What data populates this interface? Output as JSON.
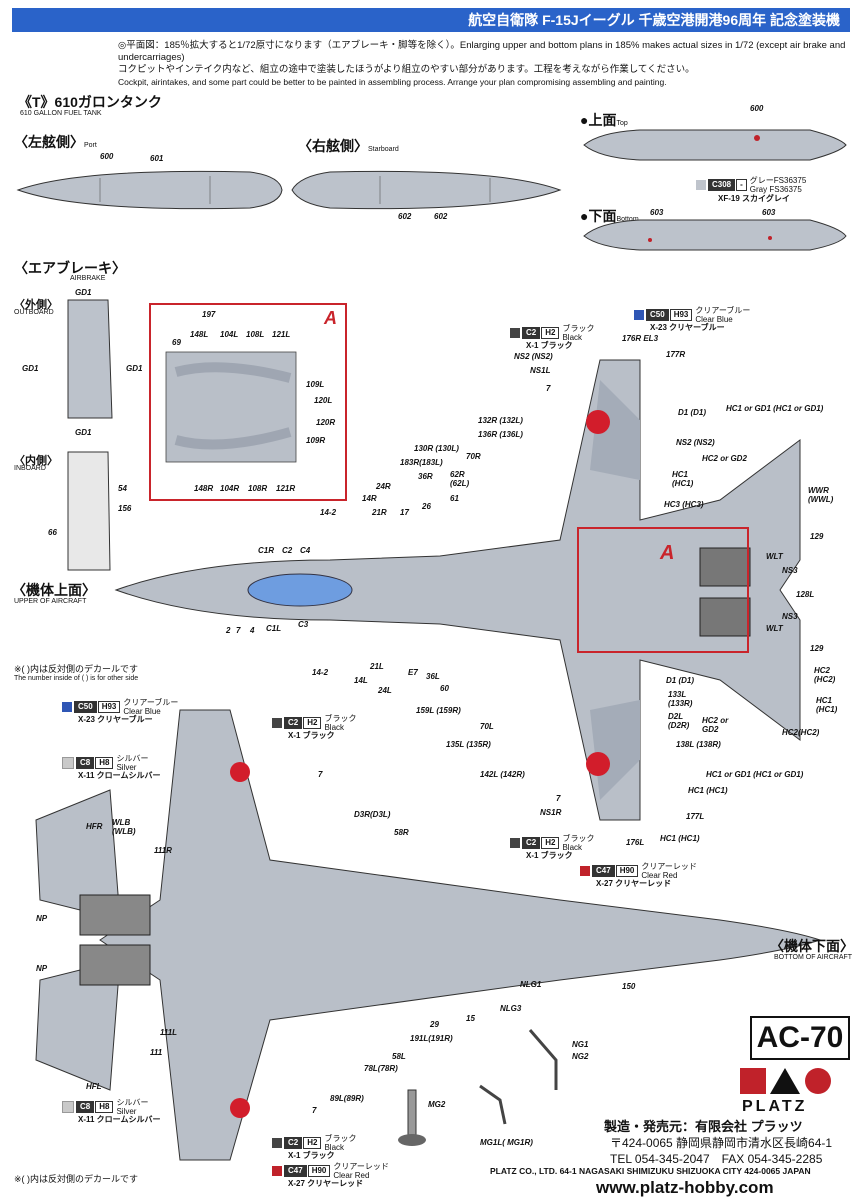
{
  "header": {
    "title": "航空自衛隊 F-15Jイーグル 千歳空港開港96周年 記念塗装機"
  },
  "notes": {
    "line1": "◎平面図：185％拡大すると1/72原寸になります（エアブレーキ・脚等を除く）。Enlarging upper and bottom plans in 185% makes actual sizes in 1/72 (except air brake and undercarriages)",
    "line2": "コクピットやインテイク内など、組立の途中で塗装したほうがより組立のやすい部分があります。工程を考えながら作業してください。",
    "line3": "Cockpit, airintakes, and some part could be better to be painted in assembling process. Arrange your plan compromising assembling and painting."
  },
  "tank": {
    "title": "《T》610ガロンタンク",
    "subtitle": "610 GALLON FUEL TANK",
    "port": "〈左舷側〉",
    "port_en": "Port",
    "starboard": "〈右舷側〉",
    "starboard_en": "Starboard",
    "top": "●上面",
    "top_en": "Top",
    "bottom": "●下面",
    "bottom_en": "Bottom",
    "labels": {
      "l600": "600",
      "l601": "601",
      "l602a": "602",
      "l602b": "602",
      "l600t": "600",
      "l603a": "603",
      "l603b": "603"
    }
  },
  "airbrake": {
    "title": "〈エアブレーキ〉",
    "en": "AIRBRAKE",
    "outboard": "〈外側〉",
    "outboard_en": "OUTBOARD",
    "inboard": "〈内側〉",
    "inboard_en": "INBOARD",
    "labels": {
      "gd1a": "GD1",
      "gd1b": "GD1",
      "gd1c": "GD1",
      "gd1d": "GD1",
      "n54": "54",
      "n156": "156",
      "n66": "66"
    }
  },
  "detail": {
    "letter": "A",
    "labels": [
      "197",
      "69",
      "148L",
      "104L",
      "108L",
      "121L",
      "109L",
      "120L",
      "120R",
      "109R",
      "148R",
      "104R",
      "108R",
      "121R"
    ]
  },
  "upper": {
    "title": "〈機体上面〉",
    "en": "UPPER OF AIRCRAFT",
    "note": "※( )内は反対側のデカールです",
    "note_en": "The number inside of ( ) is for other side",
    "letterA": "A",
    "labels": [
      "NS2 (NS2)",
      "NS1L",
      "7",
      "176R EL3",
      "177R",
      "D1 (D1)",
      "HC1 or GD1 (HC1 or GD1)",
      "132R (132L)",
      "136R (136L)",
      "NS2 (NS2)",
      "130R (130L)",
      "183R(183L)",
      "36R",
      "62R (62L)",
      "61",
      "HC1 (HC1)",
      "HC2 or GD2",
      "WWR (WWL)",
      "HC3 (HC3)",
      "70R",
      "24R",
      "14R",
      "21R",
      "17",
      "26",
      "14-2",
      "C1R",
      "C2",
      "C4",
      "C3",
      "C1L",
      "2",
      "7",
      "4",
      "21L",
      "14L",
      "14-2",
      "24L",
      "E7",
      "36L",
      "60",
      "159L (159R)",
      "70L",
      "135L (135R)",
      "142L (142R)",
      "7",
      "NS1R",
      "129",
      "WLT",
      "NS3",
      "128L",
      "NS3",
      "WLT",
      "129",
      "HC2 (HC2)",
      "HC1 (HC1)",
      "D1 (D1)",
      "133L (133R)",
      "D2L (D2R)",
      "HC2 or GD2",
      "138L (138R)",
      "HC2(HC2)",
      "HC1 or GD1 (HC1 or GD1)",
      "HC1 (HC1)",
      "177L",
      "176L",
      "HC1 (HC1)"
    ]
  },
  "lower": {
    "title": "〈機体下面〉",
    "en": "BOTTOM OF AIRCRAFT",
    "note": "※( )内は反対側のデカールです",
    "labels": [
      "7",
      "HFR",
      "WLB (WLB)",
      "111R",
      "D3R(D3L)",
      "58R",
      "NP",
      "NP",
      "111L",
      "111",
      "HFL",
      "29",
      "191L(191R)",
      "15",
      "58L",
      "78L(78R)",
      "89L(89R)",
      "7",
      "NLG1",
      "NLG3",
      "150",
      "NG1",
      "NG2",
      "MG2",
      "MG1L( MG1R)"
    ]
  },
  "paints": [
    {
      "code": "C2",
      "h": "H2",
      "jp": "ブラック",
      "en": "Black",
      "x": "X-1 ブラック",
      "color": "#222222"
    },
    {
      "code": "C50",
      "h": "H93",
      "jp": "クリアーブルー",
      "en": "Clear Blue",
      "x": "X-23 クリヤーブルー",
      "color": "#2f56b5"
    },
    {
      "code": "C308",
      "h": "-",
      "jp": "グレーFS36375",
      "en": "Gray FS36375",
      "x": "XF-19 スカイグレイ",
      "color": "#bfc4cc"
    },
    {
      "code": "C50",
      "h": "H93",
      "jp": "クリアーブルー",
      "en": "Clear Blue",
      "x": "X-23 クリヤーブルー",
      "color": "#2f56b5"
    },
    {
      "code": "C2",
      "h": "H2",
      "jp": "ブラック",
      "en": "Black",
      "x": "X-1 ブラック",
      "color": "#222222"
    },
    {
      "code": "C8",
      "h": "H8",
      "jp": "シルバー",
      "en": "Silver",
      "x": "X-11 クロームシルバー",
      "color": "#c9c9c9"
    },
    {
      "code": "C2",
      "h": "H2",
      "jp": "ブラック",
      "en": "Black",
      "x": "X-1 ブラック",
      "color": "#222222"
    },
    {
      "code": "C47",
      "h": "H90",
      "jp": "クリアーレッド",
      "en": "Clear Red",
      "x": "X-27 クリヤーレッド",
      "color": "#c0222a"
    },
    {
      "code": "C8",
      "h": "H8",
      "jp": "シルバー",
      "en": "Silver",
      "x": "X-11 クロームシルバー",
      "color": "#c9c9c9"
    },
    {
      "code": "C2",
      "h": "H2",
      "jp": "ブラック",
      "en": "Black",
      "x": "X-1 ブラック",
      "color": "#222222"
    },
    {
      "code": "C47",
      "h": "H90",
      "jp": "クリアーレッド",
      "en": "Clear Red",
      "x": "X-27 クリヤーレッド",
      "color": "#c0222a"
    }
  ],
  "brand": {
    "code": "AC-70",
    "logo": "PLATZ",
    "maker_label": "製造・発売元：",
    "maker": "有限会社 プラッツ",
    "address": "〒424-0065 静岡県静岡市清水区長崎64-1",
    "tel": "TEL 054-345-2047　FAX 054-345-2285",
    "address_en": "PLATZ CO., LTD. 64-1 NAGASAKI SHIMIZUKU SHIZUOKA CITY 424-0065 JAPAN",
    "url": "www.platz-hobby.com"
  },
  "colors": {
    "banner": "#2a63c9",
    "aircraft_gray": "#b9bfc8",
    "camo_gray": "#a4acb8",
    "hinomaru": "#d21d2b",
    "canopy": "#6e9de0",
    "detail_box": "#c9242b"
  }
}
